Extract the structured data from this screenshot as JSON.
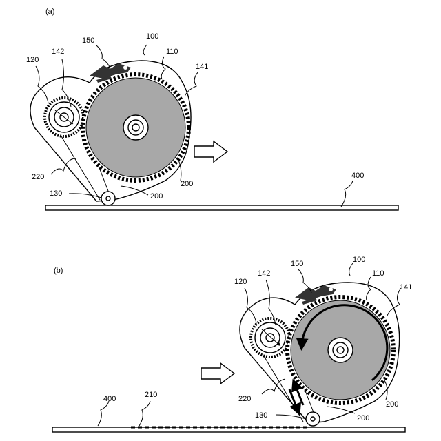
{
  "panels": [
    {
      "id": "a",
      "label": "(a)",
      "refs": {
        "r100": "100",
        "r110": "110",
        "r120": "120",
        "r130": "130",
        "r141": "141",
        "r142": "142",
        "r150": "150",
        "r200a": "200",
        "r200b": "200",
        "r220": "220",
        "r400": "400"
      }
    },
    {
      "id": "b",
      "label": "(b)",
      "refs": {
        "r100": "100",
        "r110": "110",
        "r120": "120",
        "r130": "130",
        "r141": "141",
        "r142": "142",
        "r150": "150",
        "r200a": "200",
        "r200b": "200",
        "r210": "210",
        "r220": "220",
        "r400": "400"
      }
    }
  ],
  "colors": {
    "roll": "#a8a8a8",
    "dark": "#333333",
    "line": "#000000"
  },
  "icons": [
    "tape-roll-icon",
    "pulley-icon",
    "cutter-icon",
    "arrow-right-icon",
    "rotation-arrow-icon"
  ]
}
